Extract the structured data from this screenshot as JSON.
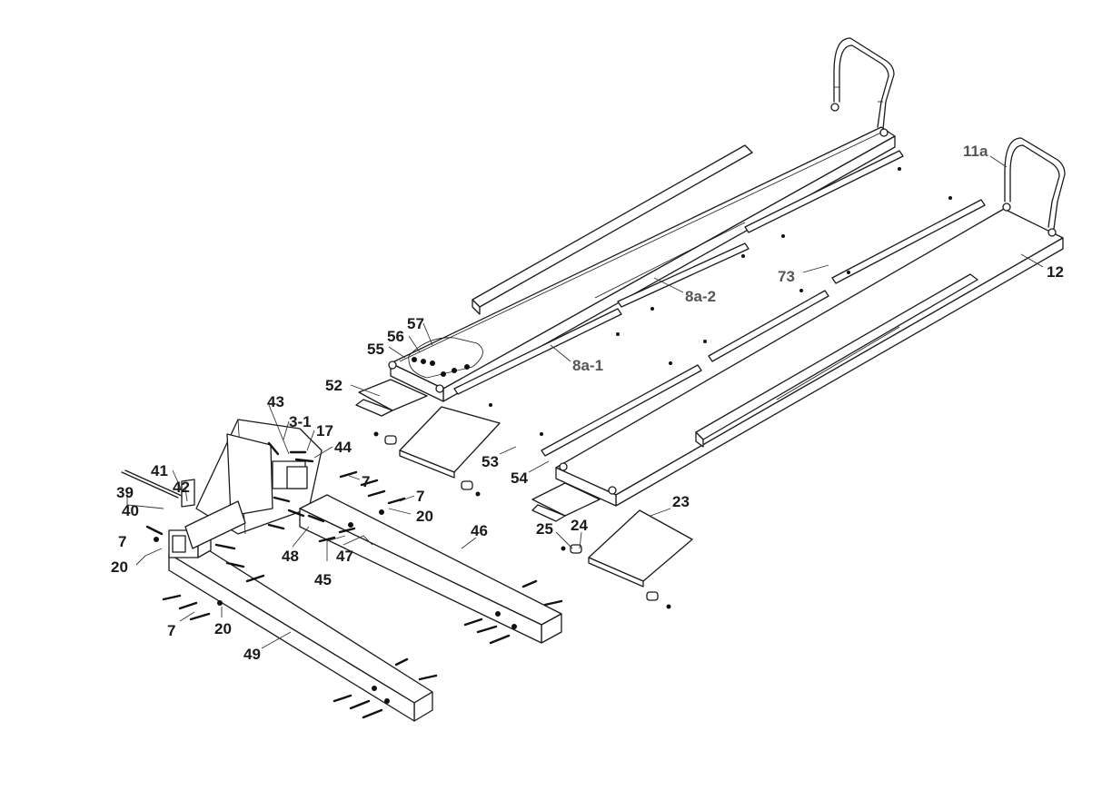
{
  "diagram": {
    "colors": {
      "line": "#1a1a1a",
      "label": "#1a1a1a",
      "label_gray": "#555555",
      "background": "#ffffff"
    },
    "labels": {
      "l11a": "11a",
      "l12": "12",
      "l73": "73",
      "l8a2": "8a-2",
      "l8a1": "8a-1",
      "l57": "57",
      "l56": "56",
      "l55": "55",
      "l52": "52",
      "l43": "43",
      "l31": "3-1",
      "l17": "17",
      "l44": "44",
      "l41": "41",
      "l42": "42",
      "l39": "39",
      "l40": "40",
      "l7a": "7",
      "l7b": "7",
      "l20a": "20",
      "l7c": "7",
      "l20b": "20",
      "l48": "48",
      "l45": "45",
      "l47": "47",
      "l46": "46",
      "l53": "53",
      "l54": "54",
      "l23": "23",
      "l25": "25",
      "l24": "24",
      "l7d": "7",
      "l20c": "20",
      "l49": "49"
    }
  }
}
